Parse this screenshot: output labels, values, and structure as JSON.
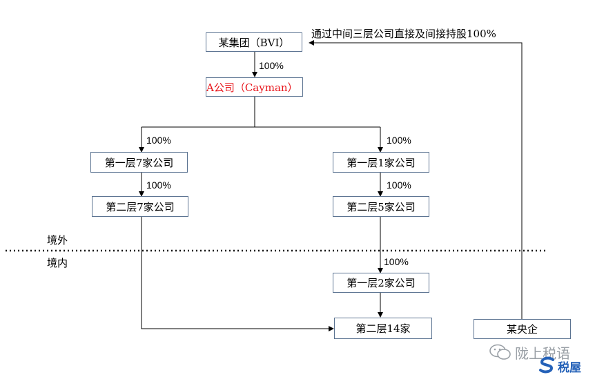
{
  "nodes": {
    "bvi": "某集团（BVI）",
    "a_company": "A公司（Cayman）",
    "left_l1": "第一层7家公司",
    "left_l2": "第二层7家公司",
    "right_l1": "第一层1家公司",
    "right_l2": "第二层5家公司",
    "domestic_l1": "第一层2家公司",
    "domestic_l2": "第二层14家",
    "soe": "某央企"
  },
  "edge_labels": {
    "bvi_to_a": "100%",
    "a_to_left": "100%",
    "a_to_right": "100%",
    "left_l1_to_l2": "100%",
    "right_l1_to_l2": "100%",
    "right_l2_to_domestic": "100%"
  },
  "top_note": "通过中间三层公司直接及间接持股100%",
  "regions": {
    "offshore": "境外",
    "onshore": "境内"
  },
  "watermark": {
    "line1": "陇上税语",
    "line2": "税屋"
  },
  "colors": {
    "box_border": "#5b7391",
    "highlight_text": "#e8141a"
  }
}
